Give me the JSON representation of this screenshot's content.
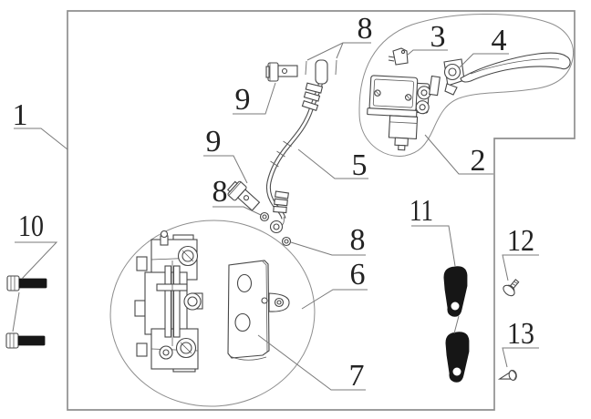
{
  "diagram": {
    "type": "exploded-parts-line-drawing",
    "colors": {
      "background": "#ffffff",
      "frame_line": "#8f8f8f",
      "part_line": "#474747",
      "leader_line": "#7a7a7a",
      "label_text": "#222222",
      "solid_fill": "#161616"
    },
    "callouts": [
      {
        "ref": "part-1",
        "text": "1"
      },
      {
        "ref": "part-2",
        "text": "2"
      },
      {
        "ref": "part-3",
        "text": "3"
      },
      {
        "ref": "part-4",
        "text": "4"
      },
      {
        "ref": "part-5",
        "text": "5"
      },
      {
        "ref": "part-6",
        "text": "6"
      },
      {
        "ref": "part-7",
        "text": "7"
      },
      {
        "ref": "part-8-top",
        "text": "8"
      },
      {
        "ref": "part-8-left",
        "text": "8"
      },
      {
        "ref": "part-8-right",
        "text": "8"
      },
      {
        "ref": "part-9-top",
        "text": "9"
      },
      {
        "ref": "part-9-mid",
        "text": "9"
      },
      {
        "ref": "part-10",
        "text": "10"
      },
      {
        "ref": "part-11",
        "text": "11"
      },
      {
        "ref": "part-12",
        "text": "12"
      },
      {
        "ref": "part-13",
        "text": "13"
      }
    ]
  }
}
